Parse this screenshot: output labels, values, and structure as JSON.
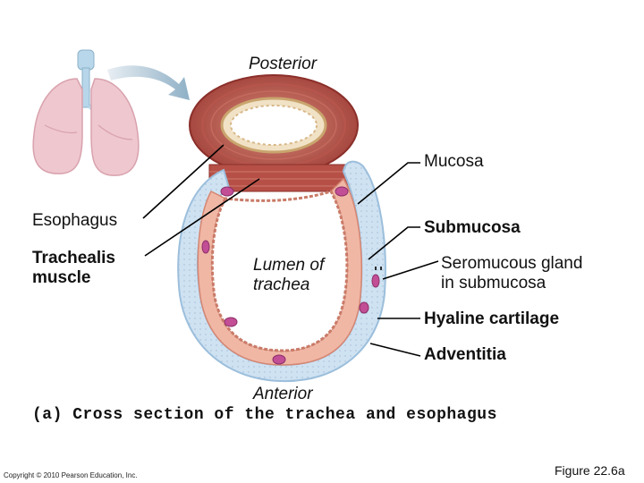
{
  "labels": {
    "posterior": "Posterior",
    "anterior": "Anterior",
    "mucosa": "Mucosa",
    "submucosa": "Submucosa",
    "esophagus": "Esophagus",
    "trachealis": "Trachealis\nmuscle",
    "lumen": "Lumen of\ntrachea",
    "seromucous": "Seromucous gland\nin submucosa",
    "hyaline": "Hyaline cartilage",
    "adventitia": "Adventitia"
  },
  "caption": "(a) Cross section of the trachea and esophagus",
  "copyright": "Copyright © 2010 Pearson Education, Inc.",
  "figure_number": "Figure 22.6a"
}
